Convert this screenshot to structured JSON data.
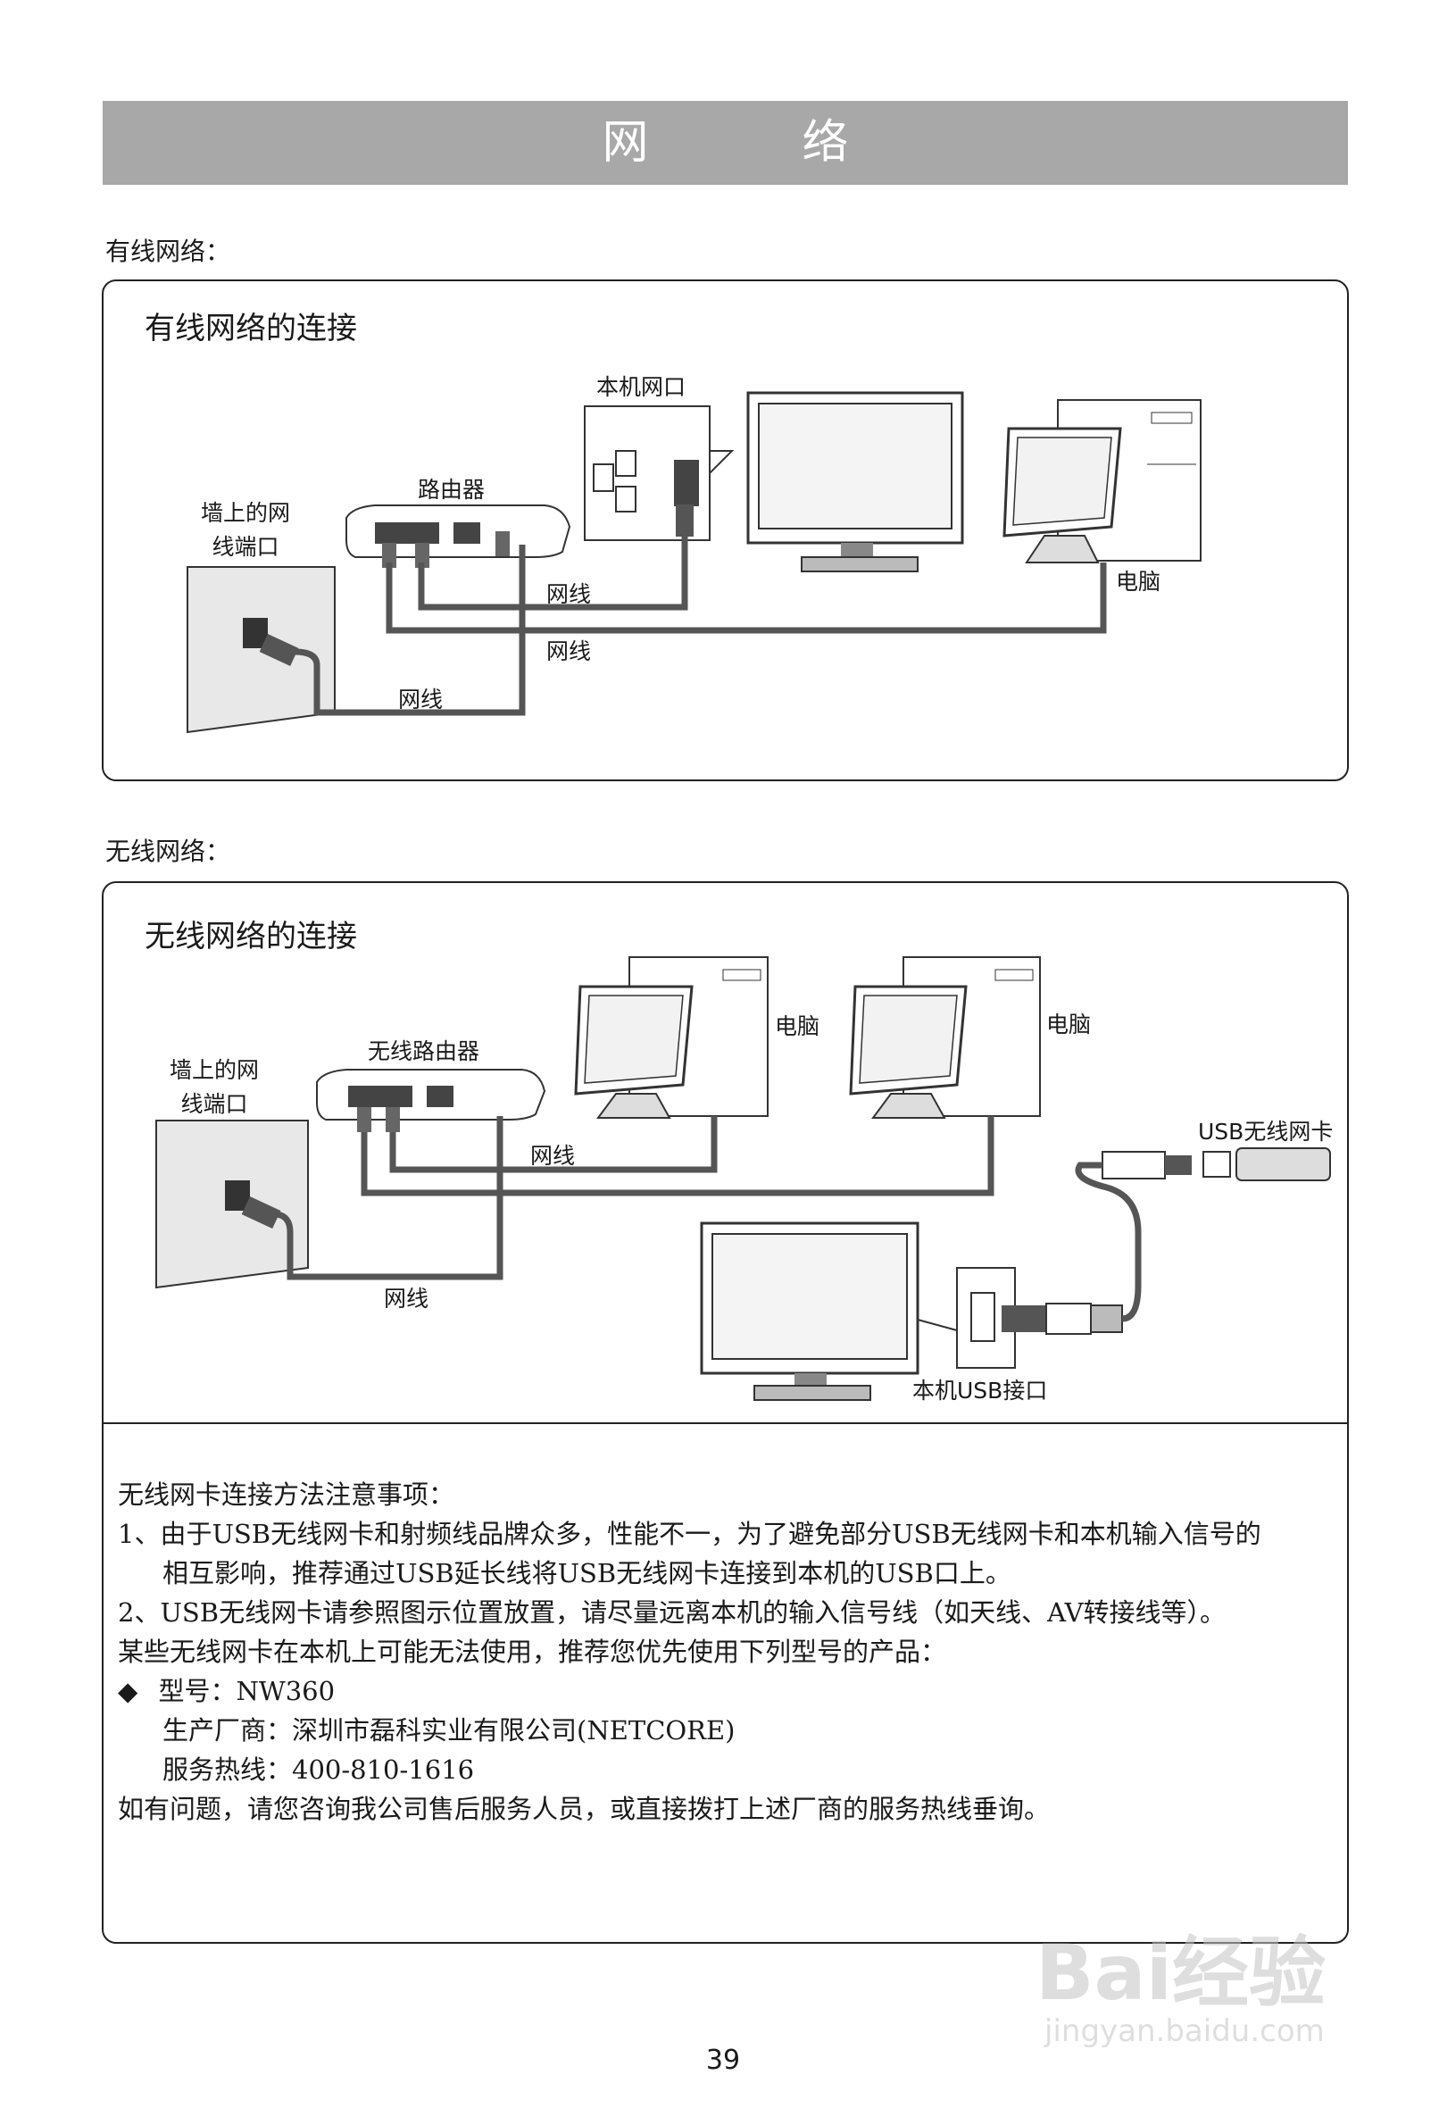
{
  "page_title": "网　络",
  "wired": {
    "section_label": "有线网络：",
    "panel_title": "有线网络的连接",
    "wall_port": [
      "墙上的网",
      "线端口"
    ],
    "router": "路由器",
    "tv_port": "本机网口",
    "computer": "电脑",
    "cable_1": "网线",
    "cable_2": "网线",
    "cable_3": "网线"
  },
  "wireless": {
    "section_label": "无线网络：",
    "panel_title": "无线网络的连接",
    "wall_port": [
      "墙上的网",
      "线端口"
    ],
    "router": "无线路由器",
    "computer_1": "电脑",
    "computer_2": "电脑",
    "usb_card": "USB无线网卡",
    "tv_usb": "本机USB接口",
    "cable_1": "网线",
    "cable_2": "网线"
  },
  "notes": {
    "heading": "无线网卡连接方法注意事项：",
    "item1_line1": "1、由于USB无线网卡和射频线品牌众多，性能不一，为了避免部分USB无线网卡和本机输入信号的",
    "item1_line2": "相互影响，推荐通过USB延长线将USB无线网卡连接到本机的USB口上。",
    "item2": "2、USB无线网卡请参照图示位置放置，请尽量远离本机的输入信号线（如天线、AV转接线等）。",
    "recommend": "某些无线网卡在本机上可能无法使用，推荐您优先使用下列型号的产品：",
    "bullet_symbol": "◆",
    "model": "型号：NW360",
    "maker": "生产厂商：深圳市磊科实业有限公司(NETCORE)",
    "hotline": "服务热线：400-810-1616",
    "contact": "如有问题，请您咨询我公司售后服务人员，或直接拨打上述厂商的服务热线垂询。"
  },
  "page_number": "39",
  "watermark": {
    "brand": "Bai经验",
    "url": "jingyan.baidu.com"
  },
  "colors": {
    "title_bar": "#a8a8a8",
    "cable": "#555555",
    "device_outline": "#333333"
  }
}
